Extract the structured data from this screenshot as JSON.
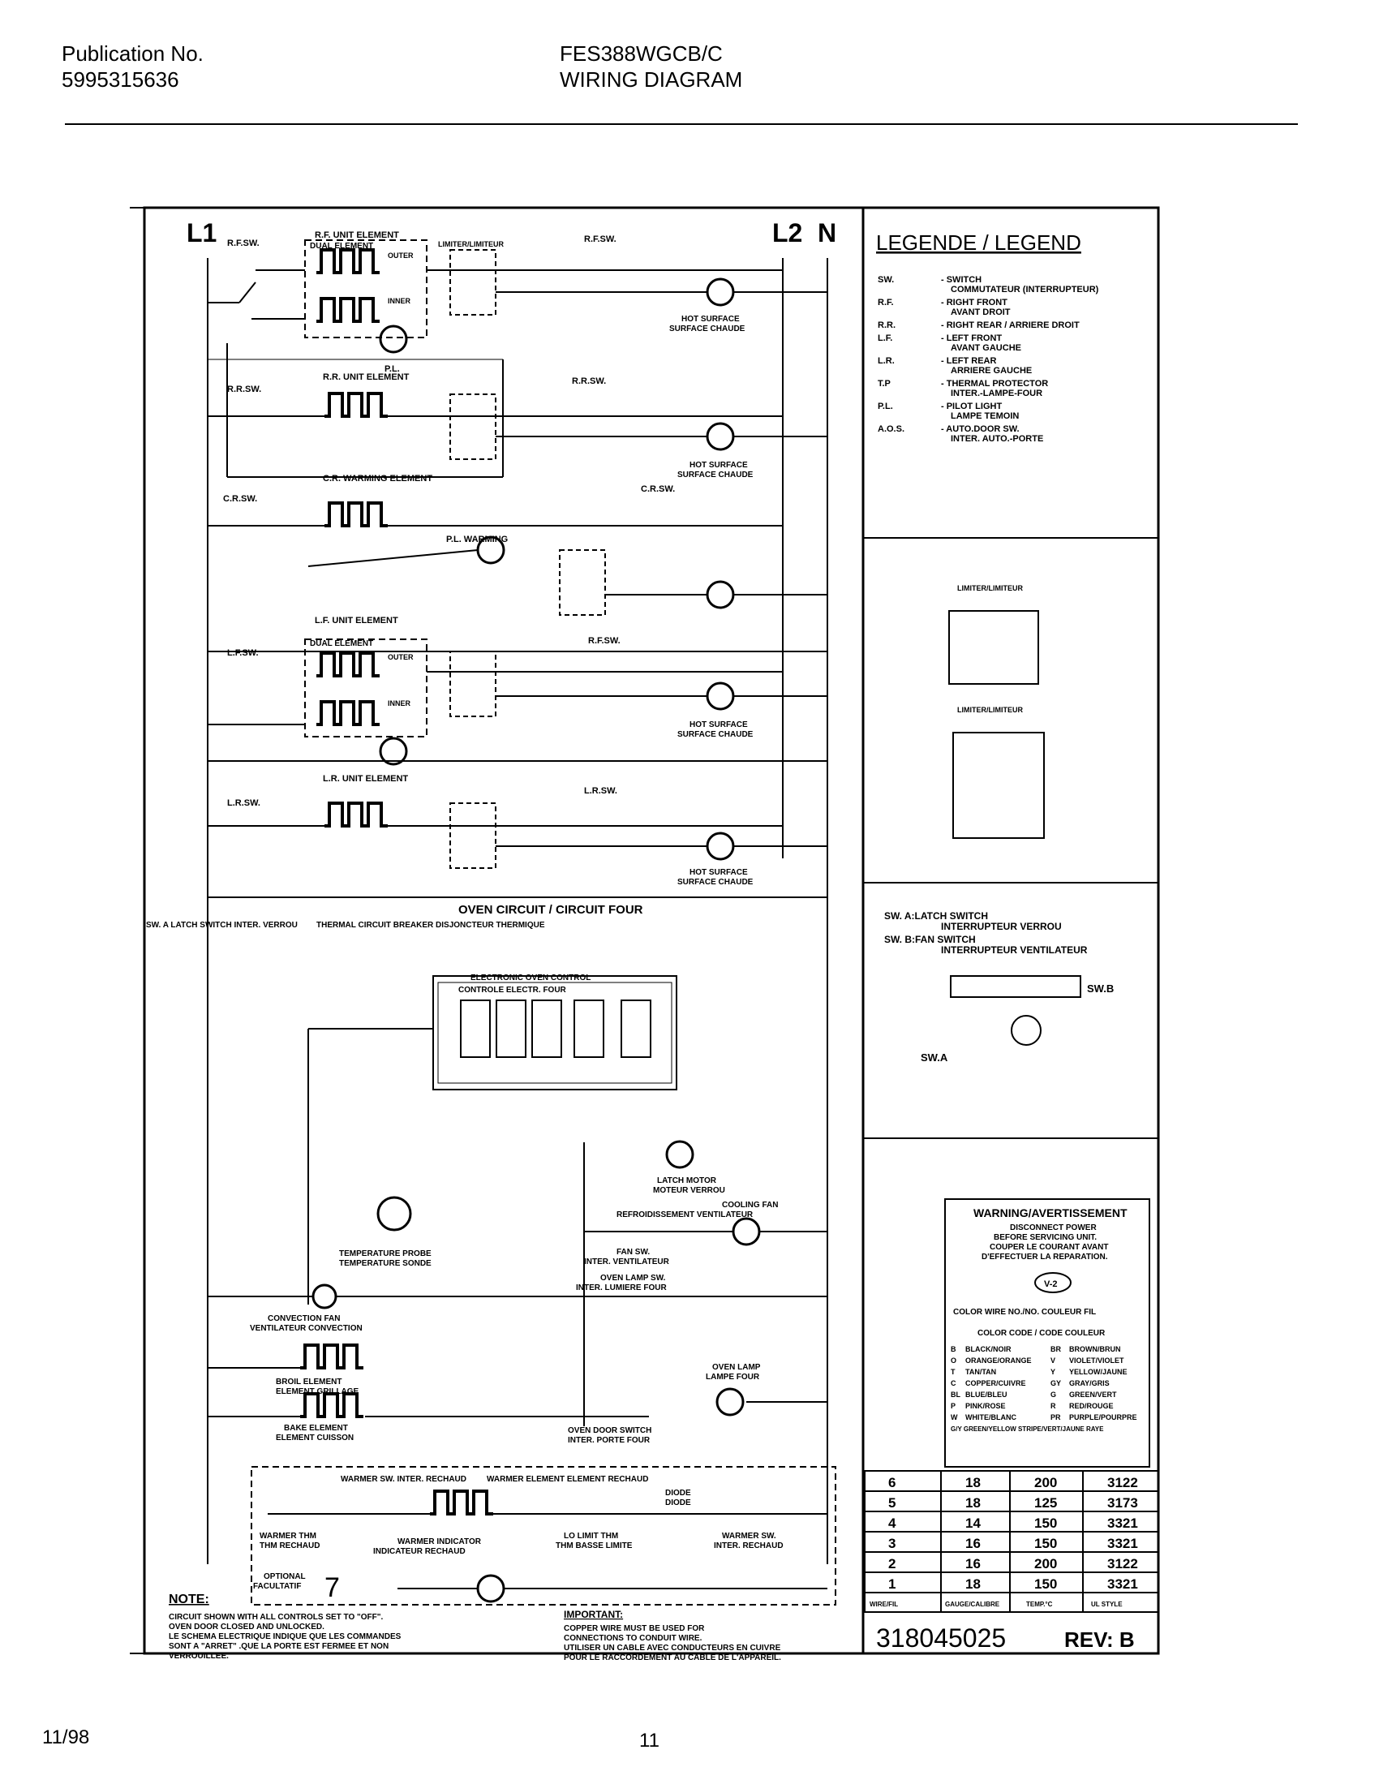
{
  "header": {
    "pub_label": "Publication No.",
    "pub_number": "5995315636",
    "model": "FES388WGCB/C",
    "doc_title": "WIRING DIAGRAM"
  },
  "footer": {
    "date": "11/98",
    "page": "11"
  },
  "diagram": {
    "rails": {
      "l1": "L1",
      "l2": "L2",
      "n": "N"
    },
    "surface_units": [
      {
        "switch": "R.F.SW.",
        "element": "R.F. UNIT ELEMENT",
        "sub": "DUAL ELEMENT",
        "outer": "OUTER",
        "inner": "INNER",
        "limiter_switch": "R.F.SW.",
        "indicator": "HOT SURFACE",
        "indicator_fr": "SURFACE CHAUDE"
      },
      {
        "switch": "R.R.SW.",
        "element": "R.R. UNIT ELEMENT",
        "limiter_switch": "R.R.SW.",
        "indicator": "HOT SURFACE",
        "indicator_fr": "SURFACE CHAUDE"
      },
      {
        "switch": "C.R.SW.",
        "element": "C.R. WARMING ELEMENT",
        "limiter_switch": "C.R.SW.",
        "pilot": "P.L. WARMING"
      },
      {
        "switch": "L.F.SW.",
        "element": "L.F. UNIT ELEMENT",
        "sub": "DUAL ELEMENT",
        "outer": "OUTER",
        "inner": "INNER",
        "limiter_switch": "R.F.SW.",
        "indicator": "HOT SURFACE",
        "indicator_fr": "SURFACE CHAUDE"
      },
      {
        "switch": "L.R.SW.",
        "element": "L.R. UNIT ELEMENT",
        "limiter_switch": "L.R.SW.",
        "indicator": "HOT SURFACE",
        "indicator_fr": "SURFACE CHAUDE"
      }
    ],
    "pilot_light": "P.L.",
    "oven": {
      "title": "OVEN CIRCUIT / CIRCUIT FOUR",
      "latch_switch": "SW. A LATCH SWITCH INTER. VERROU",
      "breaker": "THERMAL CIRCUIT BREAKER DISJONCTEUR THERMIQUE",
      "control": "ELECTRONIC OVEN CONTROL",
      "control_fr": "CONTROLE ELECTR. FOUR",
      "temp_probe": "TEMPERATURE PROBE",
      "temp_probe_fr": "TEMPERATURE SONDE",
      "convection_fan": "CONVECTION FAN",
      "convection_fan_fr": "VENTILATEUR CONVECTION",
      "broil": "BROIL ELEMENT",
      "broil_fr": "ELEMENT GRILLAGE",
      "bake": "BAKE ELEMENT",
      "bake_fr": "ELEMENT CUISSON",
      "latch_motor": "LATCH MOTOR",
      "latch_motor_fr": "MOTEUR VERROU",
      "cooling_fan": "COOLING FAN",
      "cooling_fan_fr": "REFROIDISSEMENT VENTILATEUR",
      "fan_sw": "FAN SW.",
      "fan_sw_fr": "INTER. VENTILATEUR",
      "lamp_sw": "OVEN LAMP SW.",
      "lamp_sw_fr": "INTER. LUMIERE FOUR",
      "lamp": "OVEN LAMP",
      "lamp_fr": "LAMPE FOUR",
      "door_sw": "OVEN DOOR SWITCH",
      "door_sw_fr": "INTER. PORTE FOUR"
    },
    "warmer": {
      "switch": "WARMER SW. INTER. RECHAUD",
      "element": "WARMER ELEMENT ELEMENT RECHAUD",
      "thm": "WARMER THM",
      "thm_fr": "THM RECHAUD",
      "indicator": "WARMER INDICATOR",
      "indicator_fr": "INDICATEUR RECHAUD",
      "diode": "DIODE",
      "diode_fr": "DIODE",
      "limit": "LO LIMIT THM",
      "limit_fr": "THM BASSE LIMITE",
      "switch2": "WARMER SW.",
      "switch2_fr": "INTER. RECHAUD",
      "optional": "OPTIONAL",
      "optional_fr": "FACULTATIF",
      "optional_mark": "7"
    },
    "note": {
      "label": "NOTE:",
      "lines": [
        "CIRCUIT SHOWN WITH ALL CONTROLS SET TO \"OFF\".",
        "OVEN DOOR CLOSED AND UNLOCKED.",
        "LE SCHEMA ELECTRIQUE INDIQUE QUE LES COMMANDES",
        "SONT A \"ARRET\" .QUE LA PORTE EST FERMEE ET NON",
        "VERROUILLEE."
      ]
    },
    "important": {
      "label": "IMPORTANT:",
      "lines": [
        "COPPER WIRE MUST BE USED FOR",
        "CONNECTIONS TO CONDUIT WIRE.",
        "UTILISER UN CABLE AVEC CONDUCTEURS EN CUIVRE",
        "POUR LE RACCORDEMENT AU CABLE DE L'APPAREIL."
      ]
    }
  },
  "legend": {
    "title": "LEGENDE / LEGEND",
    "items": [
      {
        "abbr": "SW.",
        "desc": "- SWITCH",
        "desc2": "COMMUTATEUR (INTERRUPTEUR)"
      },
      {
        "abbr": "R.F.",
        "desc": "- RIGHT FRONT",
        "desc2": "AVANT DROIT"
      },
      {
        "abbr": "R.R.",
        "desc": "- RIGHT REAR / ARRIERE DROIT",
        "desc2": ""
      },
      {
        "abbr": "L.F.",
        "desc": "- LEFT FRONT",
        "desc2": "AVANT GAUCHE"
      },
      {
        "abbr": "L.R.",
        "desc": "- LEFT REAR",
        "desc2": "ARRIERE GAUCHE"
      },
      {
        "abbr": "T.P",
        "desc": "- THERMAL PROTECTOR",
        "desc2": "INTER.-LAMPE-FOUR"
      },
      {
        "abbr": "P.L.",
        "desc": "- PILOT LIGHT",
        "desc2": "LAMPE TEMOIN"
      },
      {
        "abbr": "A.O.S.",
        "desc": "- AUTO.DOOR SW.",
        "desc2": "INTER. AUTO.-PORTE"
      }
    ],
    "limiter_label": "LIMITER/LIMITEUR",
    "switch_a": "SW. A:LATCH SWITCH",
    "switch_a_fr": "INTERRUPTEUR VERROU",
    "switch_b": "SW. B:FAN SWITCH",
    "switch_b_fr": "INTERRUPTEUR VENTILATEUR",
    "callout_a": "SW.A",
    "callout_b": "SW.B"
  },
  "warning": {
    "title": "WARNING/AVERTISSEMENT",
    "lines": [
      "DISCONNECT POWER",
      "BEFORE SERVICING UNIT.",
      "COUPER LE COURANT AVANT",
      "D'EFFECTUER LA REPARATION."
    ],
    "example_code": "V-2",
    "wire_caption": "COLOR WIRE NO./NO. COULEUR FIL",
    "color_caption": "COLOR CODE / CODE COULEUR",
    "colors": [
      [
        "B",
        "BLACK/NOIR",
        "BR",
        "BROWN/BRUN"
      ],
      [
        "O",
        "ORANGE/ORANGE",
        "V",
        "VIOLET/VIOLET"
      ],
      [
        "T",
        "TAN/TAN",
        "Y",
        "YELLOW/JAUNE"
      ],
      [
        "C",
        "COPPER/CUIVRE",
        "GY",
        "GRAY/GRIS"
      ],
      [
        "BL",
        "BLUE/BLEU",
        "G",
        "GREEN/VERT"
      ],
      [
        "P",
        "PINK/ROSE",
        "R",
        "RED/ROUGE"
      ],
      [
        "W",
        "WHITE/BLANC",
        "PR",
        "PURPLE/POURPRE"
      ]
    ],
    "color_last": "G/Y GREEN/YELLOW STRIPE/VERT/JAUNE RAYE"
  },
  "wire_table": {
    "rows": [
      [
        "6",
        "18",
        "200",
        "3122"
      ],
      [
        "5",
        "18",
        "125",
        "3173"
      ],
      [
        "4",
        "14",
        "150",
        "3321"
      ],
      [
        "3",
        "16",
        "150",
        "3321"
      ],
      [
        "2",
        "16",
        "200",
        "3122"
      ],
      [
        "1",
        "18",
        "150",
        "3321"
      ]
    ],
    "header": [
      "WIRE/FIL",
      "GAUGE/CALIBRE",
      "TEMP.°C",
      "UL STYLE"
    ]
  },
  "part_number": "318045025",
  "revision": "REV: B"
}
